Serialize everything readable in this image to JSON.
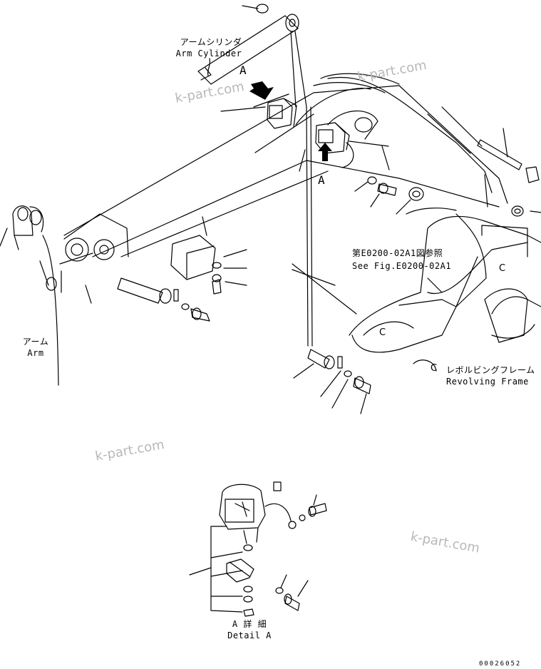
{
  "labels": {
    "arm_cylinder_jp": "アームシリンダ",
    "arm_cylinder_en": "Arm Cylinder",
    "arm_jp": "アーム",
    "arm_en": "Arm",
    "see_fig_jp": "第E0200-02A1図参照",
    "see_fig_en": "See Fig.E0200-02A1",
    "revolving_frame_jp": "レボルビングフレーム",
    "revolving_frame_en": "Revolving Frame",
    "detail_jp": "A 詳 細",
    "detail_en": "Detail A",
    "view_a_upper": "A",
    "view_a_lower": "A",
    "drawing_number": "00026052"
  },
  "watermark": "k-part.com",
  "colors": {
    "line": "#000000",
    "watermark": "#b8b8b8",
    "background": "#ffffff"
  }
}
